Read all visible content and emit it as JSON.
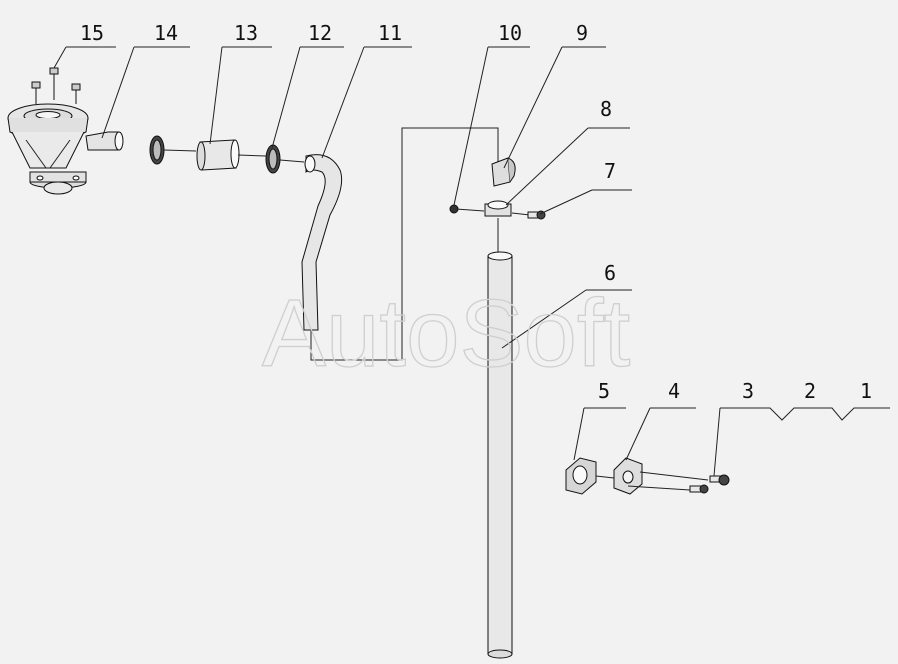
{
  "diagram": {
    "callouts": [
      "1",
      "2",
      "3",
      "4",
      "5",
      "6",
      "7",
      "8",
      "9",
      "10",
      "11",
      "12",
      "13",
      "14",
      "15"
    ],
    "watermark": "AutoSoft"
  },
  "colors": {
    "background": "#f2f2f2",
    "line": "#111111",
    "watermark": "#cfcfcf"
  }
}
